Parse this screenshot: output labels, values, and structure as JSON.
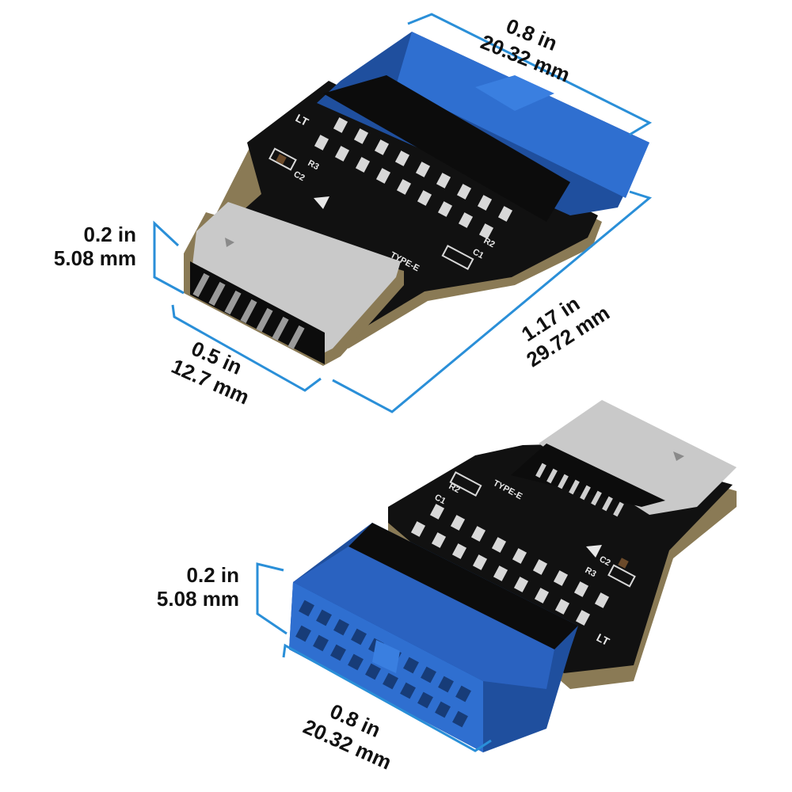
{
  "colors": {
    "dimension_line": "#2a8fd8",
    "pcb": "#111111",
    "pcb_edge": "#8a7a55",
    "connector_blue": "#2f6fd0",
    "connector_blue_dark": "#1f4f9e",
    "usb_c_metal": "#c9c9c9",
    "pad": "#d8d8d8",
    "text": "#111111"
  },
  "top_view": {
    "top_width": {
      "inches": "0.8 in",
      "mm": "20.32 mm"
    },
    "length": {
      "inches": "1.17 in",
      "mm": "29.72 mm"
    },
    "plug_height": {
      "inches": "0.2 in",
      "mm": "5.08 mm"
    },
    "plug_width": {
      "inches": "0.5 in",
      "mm": "12.7 mm"
    },
    "silkscreen": {
      "brand": "LT",
      "c2": "C2",
      "r3": "R3",
      "c1": "C1",
      "r2": "R2",
      "type": "TYPE-E"
    }
  },
  "bottom_view": {
    "header_height": {
      "inches": "0.2 in",
      "mm": "5.08 mm"
    },
    "header_width": {
      "inches": "0.8 in",
      "mm": "20.32 mm"
    },
    "silkscreen": {
      "brand": "LT",
      "c2": "C2",
      "r3": "R3",
      "c1": "C1",
      "r2": "R2",
      "type": "TYPE-E"
    }
  }
}
